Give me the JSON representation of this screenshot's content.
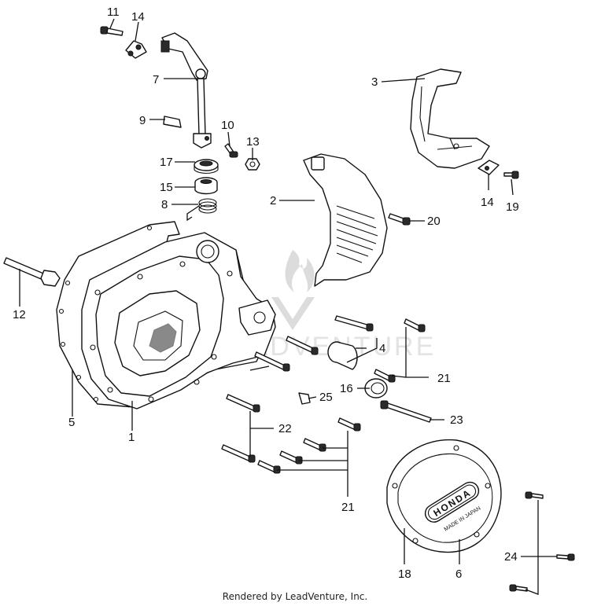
{
  "watermark": {
    "text": "LEADVENTURE"
  },
  "credit": "Rendered by LeadVenture, Inc.",
  "callouts": [
    {
      "id": "c11",
      "label": "11"
    },
    {
      "id": "c14a",
      "label": "14"
    },
    {
      "id": "c7",
      "label": "7"
    },
    {
      "id": "c9",
      "label": "9"
    },
    {
      "id": "c10",
      "label": "10"
    },
    {
      "id": "c13",
      "label": "13"
    },
    {
      "id": "c17",
      "label": "17"
    },
    {
      "id": "c15",
      "label": "15"
    },
    {
      "id": "c8",
      "label": "8"
    },
    {
      "id": "c3",
      "label": "3"
    },
    {
      "id": "c2",
      "label": "2"
    },
    {
      "id": "c14b",
      "label": "14"
    },
    {
      "id": "c19",
      "label": "19"
    },
    {
      "id": "c20",
      "label": "20"
    },
    {
      "id": "c12",
      "label": "12"
    },
    {
      "id": "c4",
      "label": "4"
    },
    {
      "id": "c21a",
      "label": "21"
    },
    {
      "id": "c16",
      "label": "16"
    },
    {
      "id": "c25",
      "label": "25"
    },
    {
      "id": "c23",
      "label": "23"
    },
    {
      "id": "c22",
      "label": "22"
    },
    {
      "id": "c5",
      "label": "5"
    },
    {
      "id": "c1",
      "label": "1"
    },
    {
      "id": "c21b",
      "label": "21"
    },
    {
      "id": "c18",
      "label": "18"
    },
    {
      "id": "c6",
      "label": "6"
    },
    {
      "id": "c24",
      "label": "24"
    }
  ],
  "cover_badge": {
    "brand": "HONDA",
    "origin": "MADE IN JAPAN"
  }
}
